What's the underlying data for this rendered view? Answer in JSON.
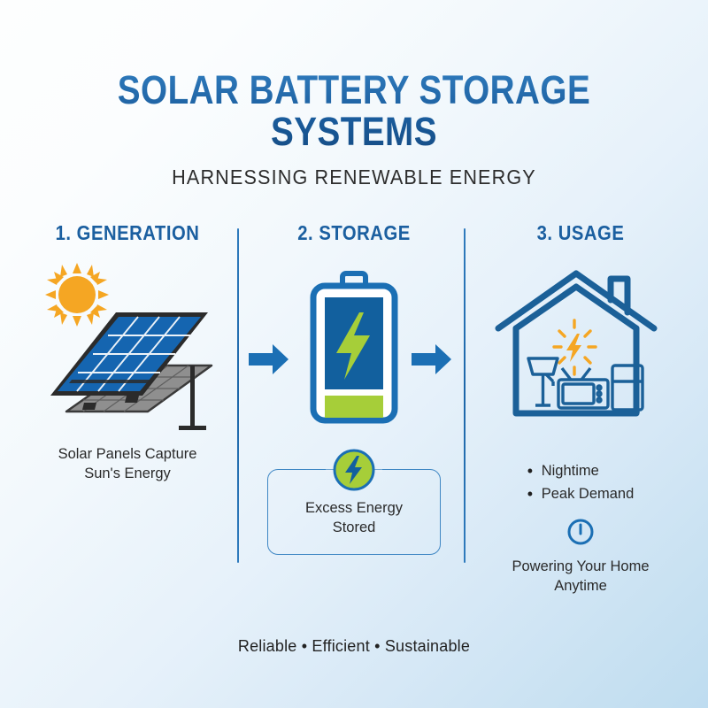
{
  "header": {
    "title": "SOLAR BATTERY STORAGE SYSTEMS",
    "subtitle": "HARNESSING RENEWABLE ENERGY"
  },
  "colors": {
    "brand_blue": "#1b5fa0",
    "accent_blue": "#2f7bbd",
    "green": "#a6ce39",
    "orange": "#f5a623",
    "panel_blue": "#1565b0",
    "frame_dark": "#2b2b2b",
    "frame_gray": "#8c8c8c",
    "background_start": "#fdfefe",
    "background_end": "#bedcf0"
  },
  "steps": [
    {
      "id": "generation",
      "title": "1. GENERATION",
      "icon": "solar-panel-with-sun-icon",
      "caption": "Solar Panels Capture\nSun's Energy",
      "caption_line1": "Solar Panels Capture",
      "caption_line2": "Sun's Energy"
    },
    {
      "id": "storage",
      "title": "2. STORAGE",
      "icon": "battery-charging-icon",
      "box": {
        "badge_icon": "lightning-bolt-badge-icon",
        "line1": "Excess Energy",
        "line2": "Stored"
      }
    },
    {
      "id": "usage",
      "title": "3. USAGE",
      "icon": "house-with-appliances-icon",
      "bullets": [
        "Nightime",
        "Peak Demand"
      ],
      "clock_icon": "power-clock-icon",
      "caption_line1": "Powering Your Home",
      "caption_line2": "Anytime"
    }
  ],
  "arrows": [
    {
      "name": "arrow-generation-to-storage",
      "direction": "right"
    },
    {
      "name": "arrow-storage-to-usage",
      "direction": "right"
    }
  ],
  "footer": {
    "tagline": "Reliable • Efficient • Sustainable"
  }
}
